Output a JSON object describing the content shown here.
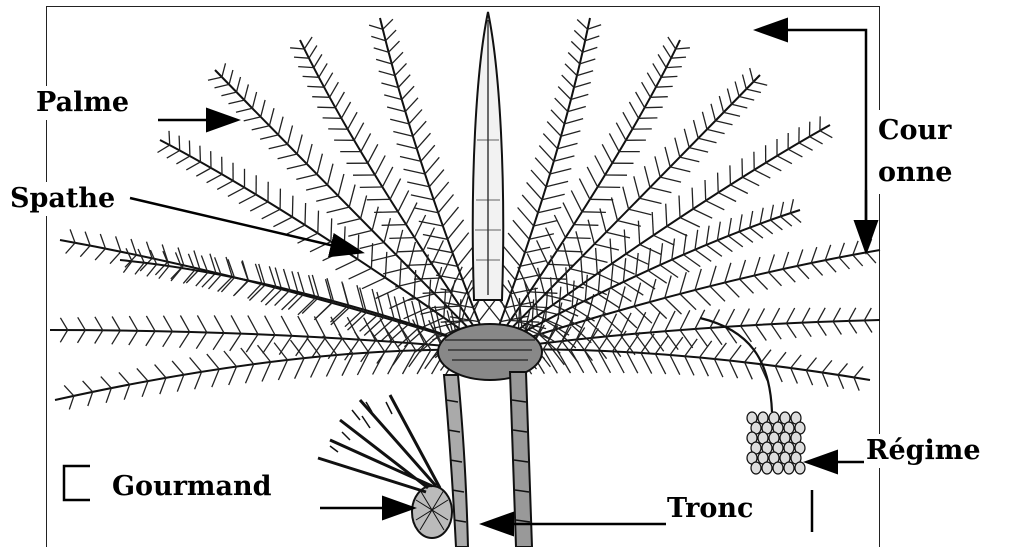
{
  "labels": {
    "palme": "Palme",
    "spathe": "Spathe",
    "couronne": "Couronne",
    "regime": "Régime",
    "gourmand": "Gourmand",
    "tronc": "Tronc"
  }
}
